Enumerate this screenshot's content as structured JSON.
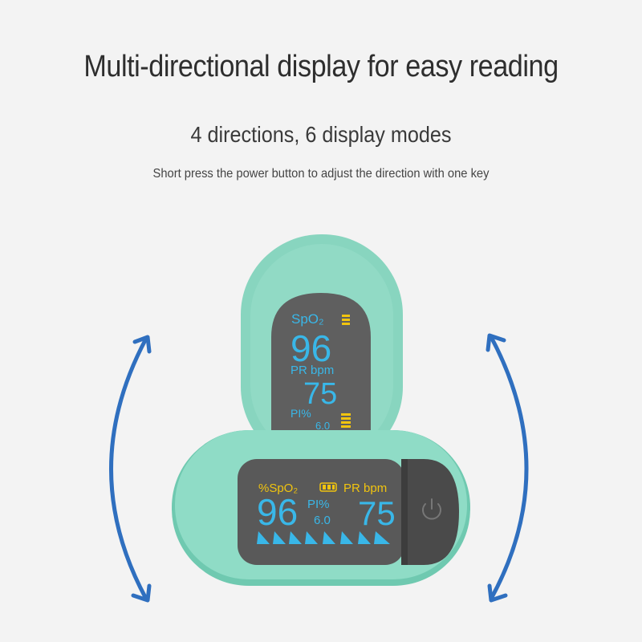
{
  "headline": "Multi-directional display for easy reading",
  "subheadline": "4 directions, 6 display modes",
  "caption": "Short press the power button to adjust the direction with one key",
  "device_vertical": {
    "spo2_label": "SpO₂",
    "spo2_value": "96",
    "pr_label": "PR bpm",
    "pr_value": "75",
    "pi_label": "PI%",
    "pi_value": "6.0"
  },
  "device_horizontal": {
    "spo2_label": "%SpO₂",
    "pr_label": "PR bpm",
    "spo2_value": "96",
    "pi_label": "PI%",
    "pi_value": "6.0",
    "pr_value": "75"
  },
  "colors": {
    "device_body": "#8fdcc6",
    "device_shade": "#6fc9b0",
    "screen": "#5a5a5a",
    "reading_blue": "#39b7e8",
    "reading_yellow": "#f1c40f",
    "arrow_blue": "#2f6fbf",
    "button_panel": "#4a4a4a"
  },
  "icons": {
    "power_button": "power-icon",
    "battery": "battery-icon",
    "left_arrow": "curved-double-arrow-icon",
    "right_arrow": "curved-double-arrow-icon"
  }
}
